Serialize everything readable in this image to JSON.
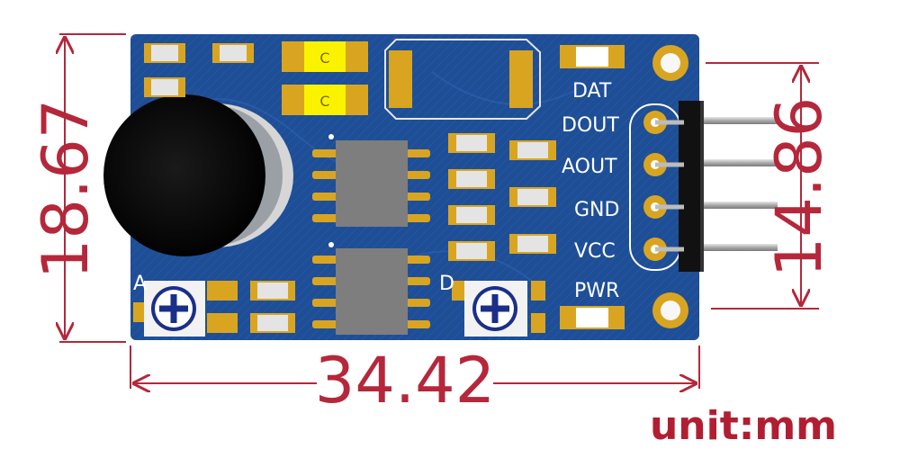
{
  "dimensions": {
    "height_left": "18.67",
    "header_pitch_right": "14.86",
    "width_bottom": "34.42",
    "unit": "unit:mm"
  },
  "board": {
    "silkscreen": {
      "dat": "DAT",
      "dout": "DOUT",
      "aout": "AOUT",
      "gnd": "GND",
      "vcc": "VCC",
      "pwr": "PWR",
      "pot_a": "A",
      "pot_d": "D",
      "led_1": "C",
      "led_2": "C"
    }
  },
  "colors": {
    "dimension": "#b5273a",
    "board": "#1e4e96",
    "pad": "#d9a521",
    "unit_text": "#b11e32"
  }
}
